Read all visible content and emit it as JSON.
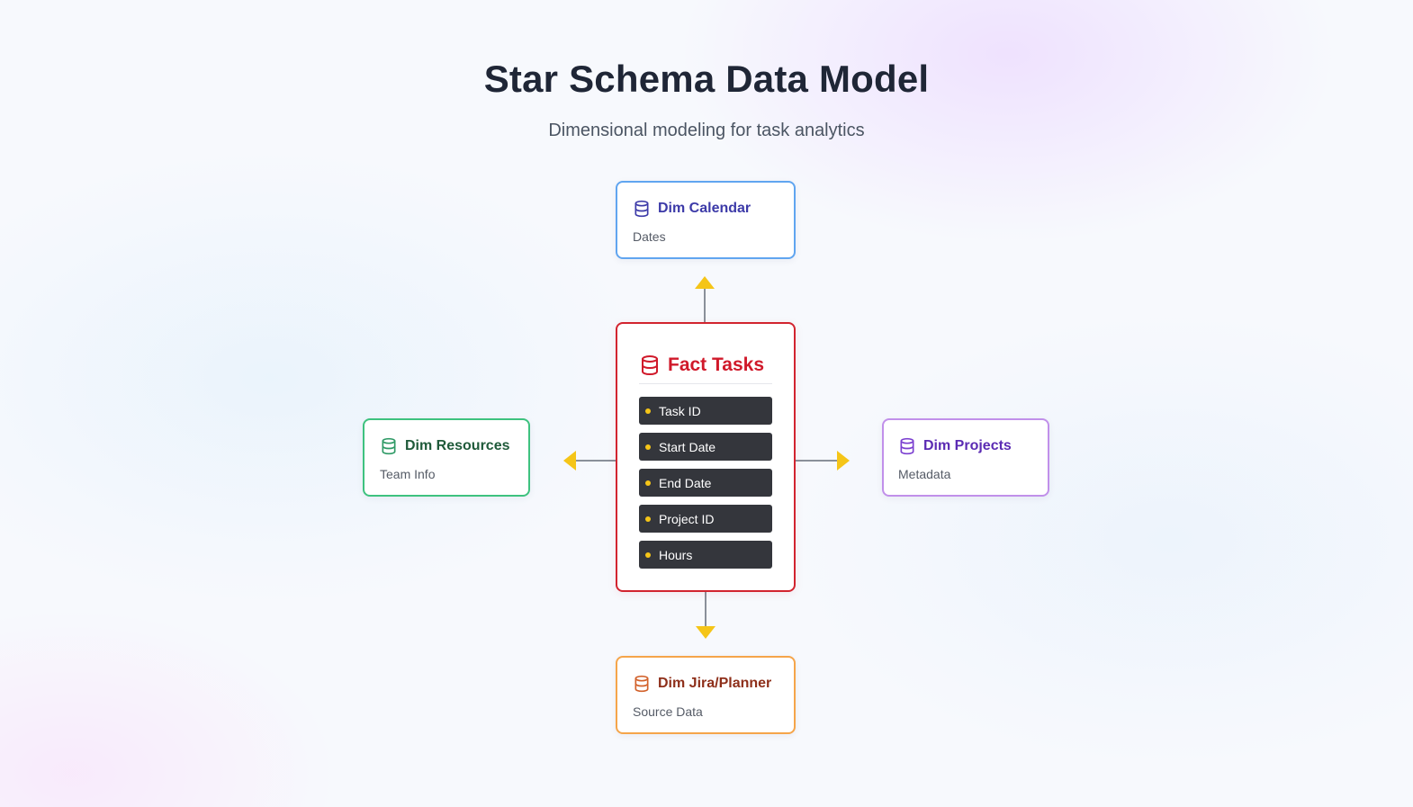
{
  "header": {
    "title": "Star Schema Data Model",
    "subtitle": "Dimensional modeling for task analytics"
  },
  "fact": {
    "title": "Fact Tasks",
    "icon": "database-icon",
    "color": "#d0192a",
    "fields": [
      "Task ID",
      "Start Date",
      "End Date",
      "Project ID",
      "Hours"
    ]
  },
  "dimensions": {
    "calendar": {
      "title": "Dim Calendar",
      "subtitle": "Dates",
      "icon": "database-icon",
      "color": "#3c3aa8",
      "border": "#60a5f0"
    },
    "resources": {
      "title": "Dim Resources",
      "subtitle": "Team Info",
      "icon": "database-icon",
      "color": "#1f5a3a",
      "border": "#3ec27f"
    },
    "projects": {
      "title": "Dim Projects",
      "subtitle": "Metadata",
      "icon": "database-icon",
      "color": "#5b2bb3",
      "border": "#c190ea"
    },
    "jira": {
      "title": "Dim Jira/Planner",
      "subtitle": "Source Data",
      "icon": "database-icon",
      "color": "#8e2f1a",
      "border": "#f5a54a"
    }
  },
  "colors": {
    "arrow": "#f5c518",
    "connector": "#8a909a",
    "field_bg": "#34363c"
  }
}
